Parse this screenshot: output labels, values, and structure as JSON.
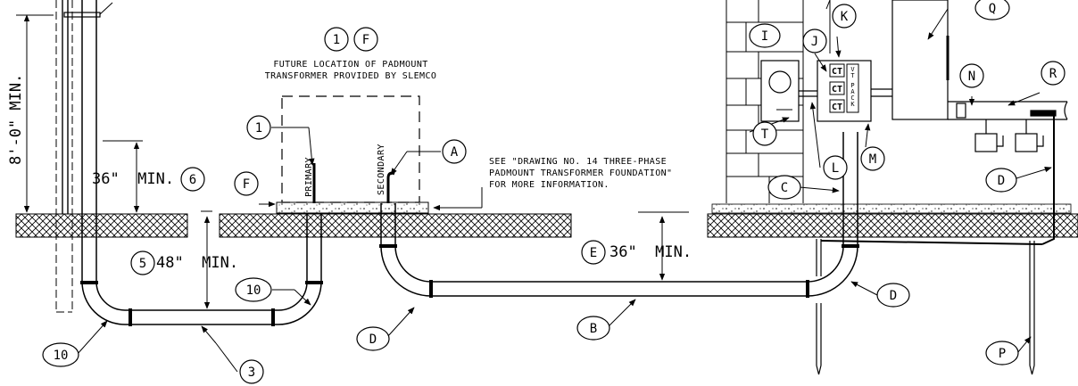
{
  "notes": {
    "future_line1": "FUTURE LOCATION OF PADMOUNT",
    "future_line2": "TRANSFORMER PROVIDED BY SLEMCO",
    "see_line1": "SEE \"DRAWING NO. 14 THREE-PHASE",
    "see_line2": "PADMOUNT TRANSFORMER FOUNDATION\"",
    "see_line3": "FOR MORE INFORMATION."
  },
  "dimensions": {
    "vertical": "8'-0\" MIN.",
    "min36_left": "36\"  MIN.",
    "min48": "48\"  MIN.",
    "min36_right": "36\"  MIN."
  },
  "labels": {
    "primary": "PRIMARY",
    "secondary": "SECONDARY",
    "ct": "CT",
    "vt_pack": [
      "V",
      "T",
      "",
      "P",
      "A",
      "C",
      "K"
    ]
  },
  "callouts": {
    "one_top": "1",
    "f_top": "F",
    "one": "1",
    "six": "6",
    "f": "F",
    "a": "A",
    "five": "5",
    "ten_mid": "10",
    "ten_left": "10",
    "three": "3",
    "d_left": "D",
    "e": "E",
    "b": "B",
    "d_right": "D",
    "i": "I",
    "j": "J",
    "k": "K",
    "q": "Q",
    "n": "N",
    "r": "R",
    "t": "T",
    "l": "L",
    "m": "M",
    "c": "C",
    "d_wire": "D",
    "p": "P"
  }
}
